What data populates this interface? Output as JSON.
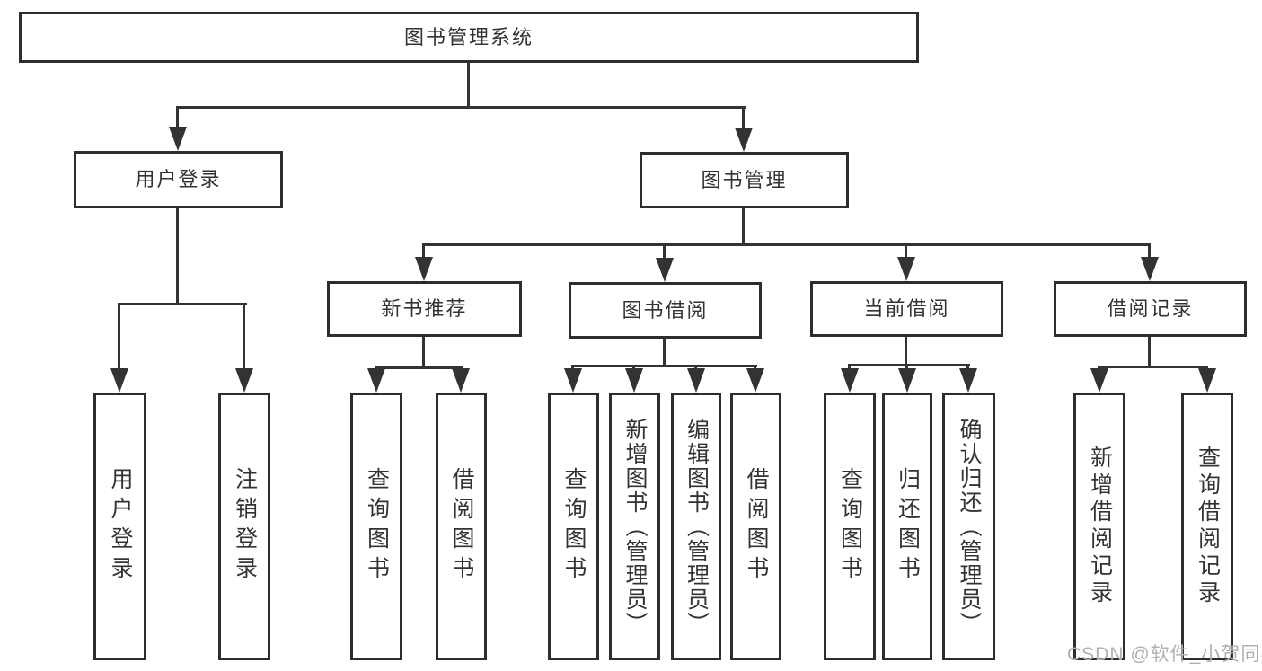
{
  "diagram_title": "图书管理系统",
  "colors": {
    "line": "#333333",
    "text": "#333333",
    "box_fill": "#ffffff",
    "watermark": "#b0b0b0"
  },
  "root": {
    "label": "图书管理系统"
  },
  "user_login": {
    "label": "用户登录",
    "children": [
      "用户登录",
      "注销登录"
    ]
  },
  "book_mgmt": {
    "label": "图书管理",
    "new_book": {
      "label": "新书推荐",
      "children": [
        "查询图书",
        "借阅图书"
      ]
    },
    "borrow": {
      "label": "图书借阅",
      "children": [
        "查询图书",
        "新增图书（管理员）",
        "编辑图书（管理员）",
        "借阅图书"
      ]
    },
    "current": {
      "label": "当前借阅",
      "children": [
        "查询图书",
        "归还图书",
        "确认归还（管理员）"
      ]
    },
    "records": {
      "label": "借阅记录",
      "children": [
        "新增借阅记录",
        "查询借阅记录"
      ]
    }
  },
  "watermark": "CSDN @软件_小贺同学"
}
